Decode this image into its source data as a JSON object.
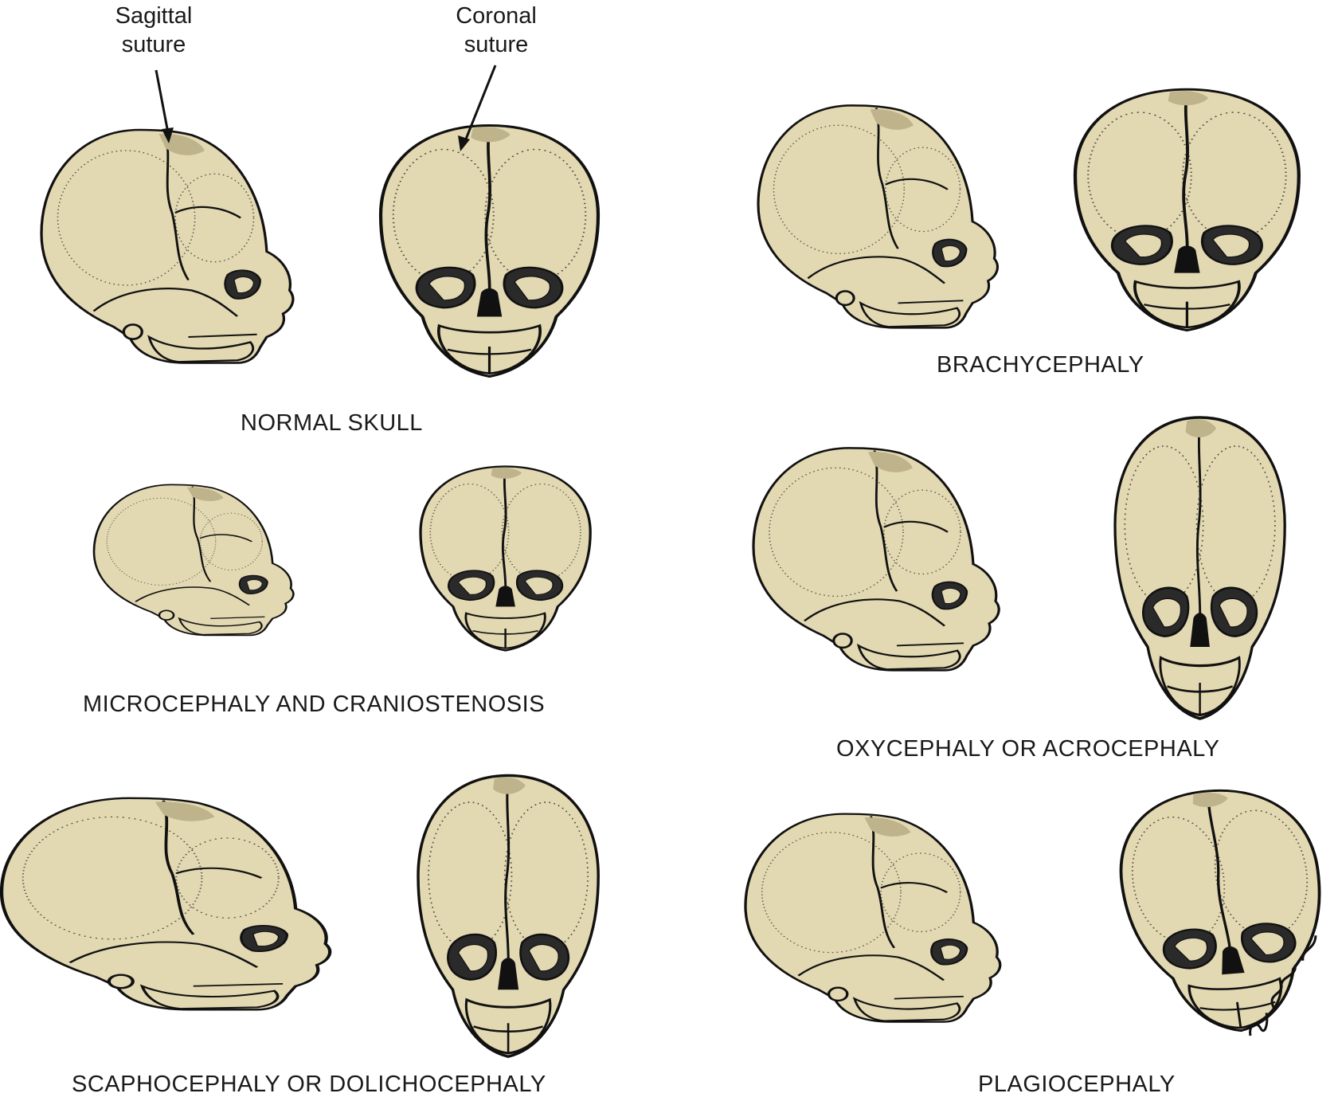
{
  "labels": {
    "sagittal_suture": "Sagittal\nsuture",
    "coronal_suture": "Coronal\nsuture"
  },
  "captions": {
    "normal": "NORMAL SKULL",
    "micro": "MICROCEPHALY AND CRANIOSTENOSIS",
    "scapho": "SCAPHOCEPHALY OR DOLICHOCEPHALY",
    "brachy": "BRACHYCEPHALY",
    "oxy": "OXYCEPHALY OR ACROCEPHALY",
    "plagio": "PLAGIOCEPHALY"
  },
  "signature": "Robt. McGee '76",
  "colors": {
    "bone": "#e2d8b2",
    "ink": "#111111"
  }
}
